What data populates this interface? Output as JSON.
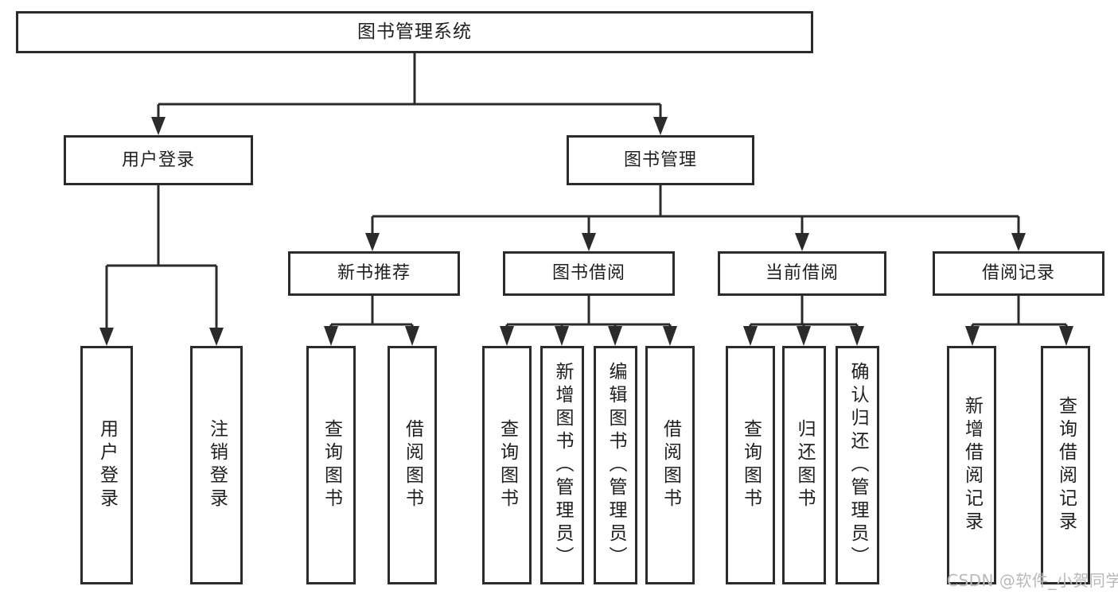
{
  "diagram": {
    "title": "图书管理系统",
    "type": "tree-hierarchy-chart",
    "root": {
      "id": "root",
      "label": "图书管理系统"
    },
    "level1": [
      {
        "id": "user-login",
        "label": "用户登录"
      },
      {
        "id": "book-management",
        "label": "图书管理"
      }
    ],
    "level2": [
      {
        "id": "new-book-recommend",
        "label": "新书推荐",
        "parent": "book-management"
      },
      {
        "id": "book-borrow",
        "label": "图书借阅",
        "parent": "book-management"
      },
      {
        "id": "current-borrow",
        "label": "当前借阅",
        "parent": "book-management"
      },
      {
        "id": "borrow-record",
        "label": "借阅记录",
        "parent": "book-management"
      }
    ],
    "leaves": {
      "user-login": [
        {
          "id": "leaf-user-login",
          "label": "用户登录"
        },
        {
          "id": "leaf-logout-login",
          "label": "注销登录"
        }
      ],
      "new-book-recommend": [
        {
          "id": "leaf-query-book-1",
          "label": "查询图书"
        },
        {
          "id": "leaf-borrow-book-1",
          "label": "借阅图书"
        }
      ],
      "book-borrow": [
        {
          "id": "leaf-query-book-2",
          "label": "查询图书"
        },
        {
          "id": "leaf-add-book-admin",
          "label": "新增图书（管理员）"
        },
        {
          "id": "leaf-edit-book-admin",
          "label": "编辑图书（管理员）"
        },
        {
          "id": "leaf-borrow-book-2",
          "label": "借阅图书"
        }
      ],
      "current-borrow": [
        {
          "id": "leaf-query-book-3",
          "label": "查询图书"
        },
        {
          "id": "leaf-return-book",
          "label": "归还图书"
        },
        {
          "id": "leaf-confirm-return-admin",
          "label": "确认归还（管理员）"
        }
      ],
      "borrow-record": [
        {
          "id": "leaf-add-borrow-record",
          "label": "新增借阅记录"
        },
        {
          "id": "leaf-query-borrow-record",
          "label": "查询借阅记录"
        }
      ]
    },
    "watermark": "CSDN @软件_小贺同学",
    "colors": {
      "stroke": "#2b2b2b",
      "fill": "#ffffff",
      "text": "#1f1f1f",
      "watermark": "#b9b9b9"
    }
  }
}
